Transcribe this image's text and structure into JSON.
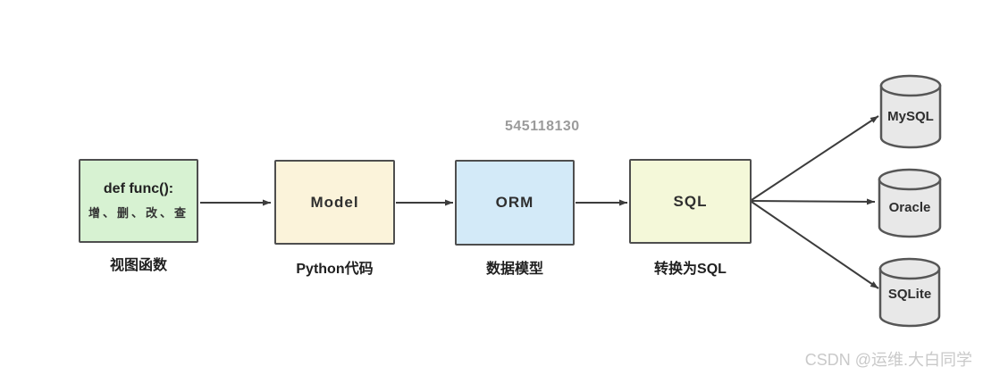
{
  "annotation": {
    "top_number": "545118130",
    "watermark": "CSDN @运维.大白同学"
  },
  "diagram": {
    "nodes": [
      {
        "id": "view-function",
        "title": "def func():",
        "subtitle": "增、删、改、查",
        "caption": "视图函数",
        "fill": "#d7f2d2"
      },
      {
        "id": "model",
        "title": "Model",
        "caption": "Python代码",
        "fill": "#fbf3da"
      },
      {
        "id": "orm",
        "title": "ORM",
        "caption": "数据模型",
        "fill": "#d3eaf8"
      },
      {
        "id": "sql",
        "title": "SQL",
        "caption": "转换为SQL",
        "fill": "#f4f8d9"
      }
    ],
    "databases": [
      {
        "label": "MySQL"
      },
      {
        "label": "Oracle"
      },
      {
        "label": "SQLite"
      }
    ],
    "colors": {
      "node_border": "#4e4e4e",
      "arrow": "#3c3c3c",
      "db_fill": "#e8e8e8",
      "db_border": "#565656",
      "top_number_text": "#9b9b9b",
      "watermark_text": "#c9c9c9"
    }
  }
}
